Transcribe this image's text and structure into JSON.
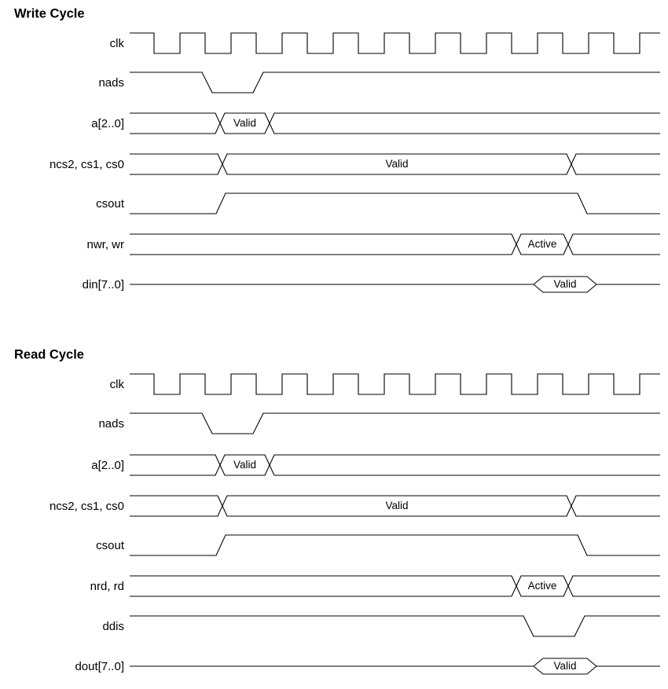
{
  "sections": [
    {
      "title": "Write Cycle",
      "signals": [
        {
          "name": "clk",
          "kind": "clock"
        },
        {
          "name": "nads",
          "kind": "pulse_low"
        },
        {
          "name": "a[2..0]",
          "kind": "bus",
          "label": "Valid"
        },
        {
          "name": "ncs2, cs1, cs0",
          "kind": "bus_long",
          "label": "Valid"
        },
        {
          "name": "csout",
          "kind": "high_window"
        },
        {
          "name": "nwr, wr",
          "kind": "bus_active",
          "label": "Active"
        },
        {
          "name": "din[7..0]",
          "kind": "tristate",
          "label": "Valid"
        }
      ]
    },
    {
      "title": "Read Cycle",
      "signals": [
        {
          "name": "clk",
          "kind": "clock"
        },
        {
          "name": "nads",
          "kind": "pulse_low"
        },
        {
          "name": "a[2..0]",
          "kind": "bus",
          "label": "Valid"
        },
        {
          "name": "ncs2, cs1, cs0",
          "kind": "bus_long",
          "label": "Valid"
        },
        {
          "name": "csout",
          "kind": "high_window"
        },
        {
          "name": "nrd, rd",
          "kind": "bus_active",
          "label": "Active"
        },
        {
          "name": "ddis",
          "kind": "pulse_low_late"
        },
        {
          "name": "dout[7..0]",
          "kind": "tristate",
          "label": "Valid"
        }
      ]
    }
  ]
}
